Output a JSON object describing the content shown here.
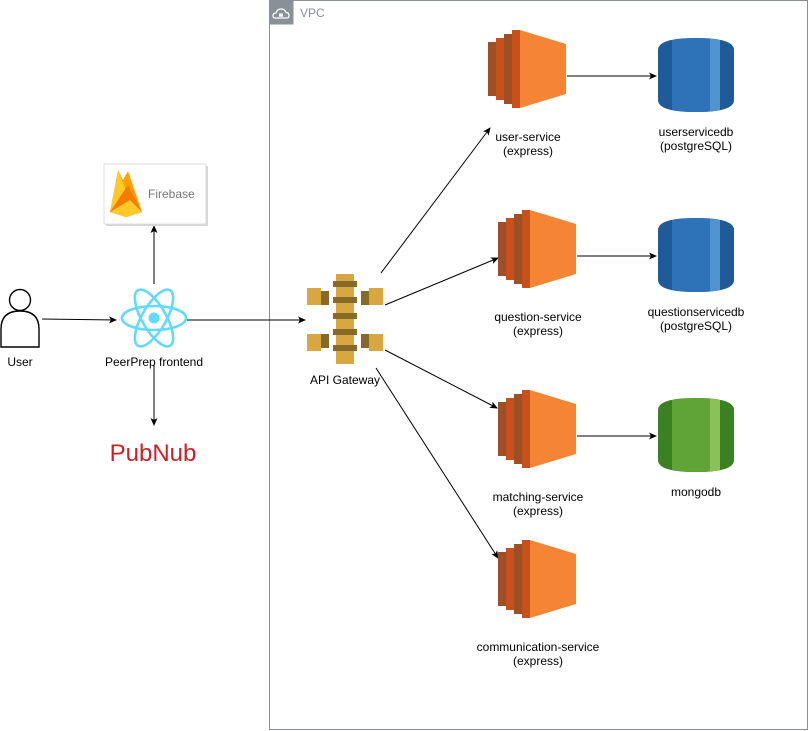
{
  "vpc": {
    "label": "VPC"
  },
  "user": {
    "label": "User"
  },
  "frontend": {
    "label": "PeerPrep frontend"
  },
  "firebase": {
    "label": "Firebase"
  },
  "pubnub": {
    "label": "PubNub"
  },
  "gateway": {
    "label": "API Gateway"
  },
  "services": [
    {
      "line1": "user-service",
      "line2": "(express)"
    },
    {
      "line1": "question-service",
      "line2": "(express)"
    },
    {
      "line1": "matching-service",
      "line2": "(express)"
    },
    {
      "line1": "communication-service",
      "line2": "(express)"
    }
  ],
  "databases": [
    {
      "line1": "userservicedb",
      "line2": "(postgreSQL)",
      "kind": "postgres"
    },
    {
      "line1": "questionservicedb",
      "line2": "(postgreSQL)",
      "kind": "postgres"
    },
    {
      "line1": "mongodb",
      "line2": "",
      "kind": "mongo"
    }
  ],
  "colors": {
    "ec2": "#f58534",
    "ec2_dark": "#9d5025",
    "ec2_mid": "#c8511b",
    "postgres": "#2e73b8",
    "postgres_dark": "#205b98",
    "postgres_light": "#5294cf",
    "mongo": "#60a337",
    "mongo_dark": "#3c8024",
    "mongo_light": "#8ac15a",
    "gateway": "#d9a741",
    "gateway_dark": "#876929",
    "react": "#61dafb",
    "vpc_border": "#879196",
    "pubnub": "#cd2026"
  }
}
